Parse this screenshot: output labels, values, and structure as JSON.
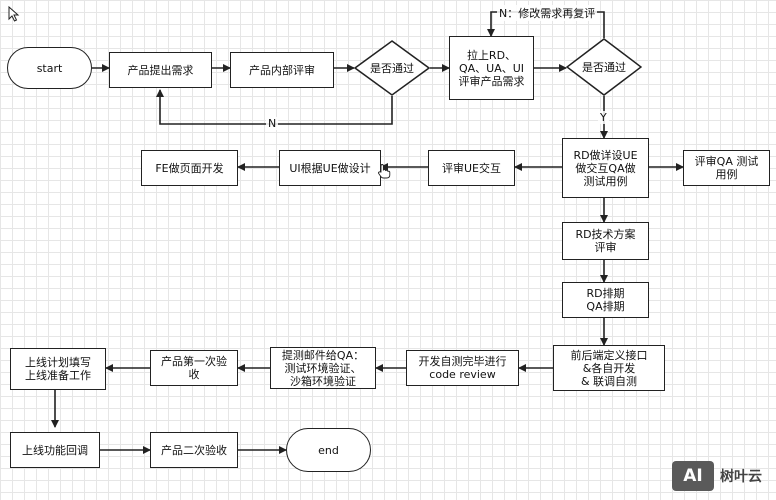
{
  "nodes": {
    "start": "start",
    "propose": "产品提出需求",
    "internal_review": "产品内部评审",
    "decision1": "是否通过",
    "pull_team": "拉上RD、\nQA、UA、UI\n评审产品需求",
    "decision2": "是否通过",
    "rd_design": "RD做详设UE\n做交互QA做\n测试用例",
    "qa_review": "评审QA 测试\n用例",
    "ue_review": "评审UE交互",
    "ui_design": "UI根据UE做设计",
    "fe_dev": "FE做页面开发",
    "tech_review": "RD技术方案\n评审",
    "schedule": "RD排期\nQA排期",
    "dev": "前后端定义接口\n&各自开发\n& 联调自测",
    "code_review": "开发自测完毕进行\ncode review",
    "email_qa": "提测邮件给QA：\n测试环境验证、\n沙箱环境验证",
    "first_accept": "产品第一次验\n收",
    "launch_plan": "上线计划填写\n上线准备工作",
    "launch_check": "上线功能回调",
    "second_accept": "产品二次验收",
    "end": "end"
  },
  "edge_labels": {
    "no_loop1": "N",
    "no_loop2": "N：修改需求再复评",
    "yes": "Y"
  },
  "watermark": {
    "logo": "AI",
    "text": "树叶云"
  },
  "icons": {
    "corner": "cursor-arrow-icon",
    "pointer": "hand-pointer-icon"
  }
}
